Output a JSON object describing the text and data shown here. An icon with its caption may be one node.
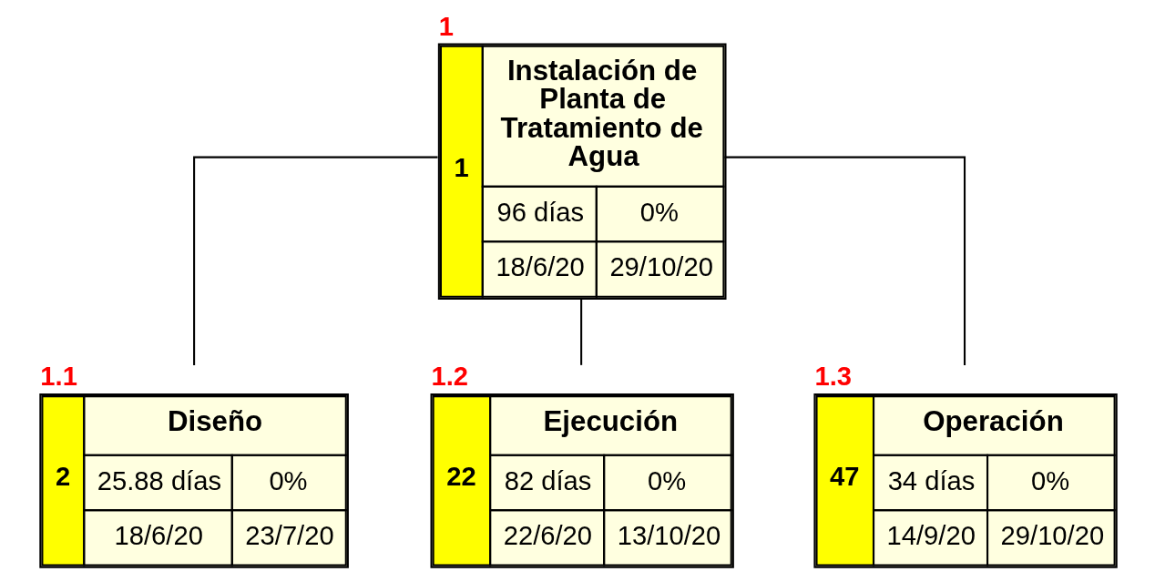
{
  "diagram": {
    "nodes": [
      {
        "text": [
          "1",
          "Instalación de Planta de Tratamiento de Agua",
          "96 días",
          "0%",
          "18/6/20",
          "29/10/20"
        ],
        "beside": [
          "1"
        ]
      },
      {
        "text": [
          "2",
          "Diseño",
          "25.88 días",
          "0%",
          "18/6/20",
          "23/7/20"
        ],
        "beside": [
          "1.1"
        ]
      },
      {
        "text": [
          "22",
          "Ejecución",
          "82 días",
          "0%",
          "22/6/20",
          "13/10/20"
        ],
        "beside": [
          "1.2"
        ]
      },
      {
        "text": [
          "47",
          "Operación",
          "34 días",
          "0%",
          "14/9/20",
          "29/10/20"
        ],
        "beside": [
          "1.3"
        ]
      }
    ],
    "edges": [
      {
        "from": 0,
        "to": 1,
        "arrow": "none"
      },
      {
        "from": 0,
        "to": 2,
        "arrow": "none"
      },
      {
        "from": 0,
        "to": 3,
        "arrow": "none"
      }
    ]
  }
}
